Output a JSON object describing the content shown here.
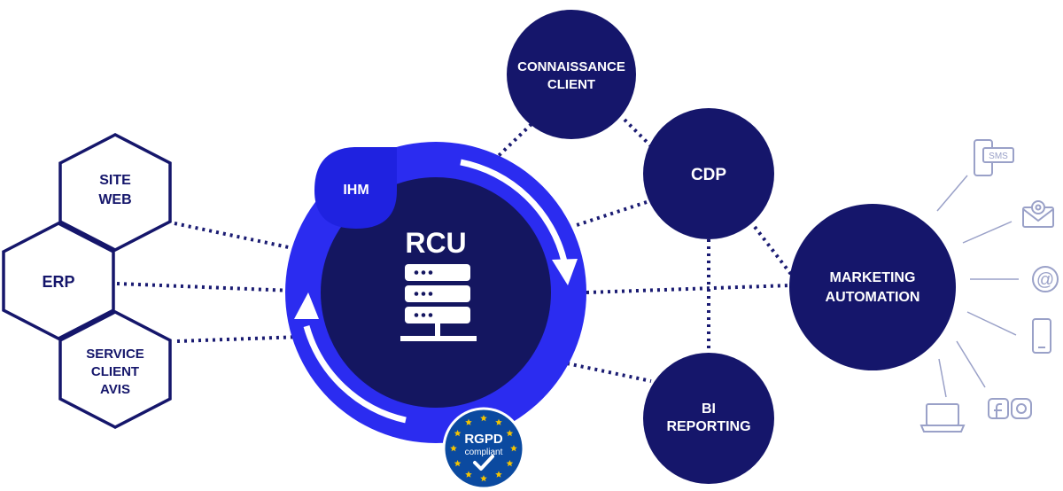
{
  "colors": {
    "navy": "#15166b",
    "core": "#141660",
    "blue_ring": "#2b2cf0",
    "ihm": "#1f22e0",
    "connector": "#1a1b72",
    "icon_lines": "#9aa1c8",
    "badge": "#0b4aa0",
    "star": "#f5c400"
  },
  "hexagons": [
    {
      "id": "site-web",
      "lines": [
        "SITE",
        "WEB"
      ]
    },
    {
      "id": "erp",
      "lines": [
        "ERP"
      ]
    },
    {
      "id": "service-client",
      "lines": [
        "SERVICE",
        "CLIENT",
        "AVIS"
      ]
    }
  ],
  "core": {
    "title": "RCU",
    "tab": "IHM",
    "icon": "server-icon",
    "badge": {
      "line1": "RGPD",
      "line2": "compliant"
    }
  },
  "nodes": [
    {
      "id": "connaissance-client",
      "lines": [
        "CONNAISSANCE",
        "CLIENT"
      ]
    },
    {
      "id": "cdp",
      "lines": [
        "CDP"
      ]
    },
    {
      "id": "bi-reporting",
      "lines": [
        "BI",
        "REPORTING"
      ]
    },
    {
      "id": "marketing-automation",
      "lines": [
        "MARKETING",
        "AUTOMATION"
      ]
    }
  ],
  "channel_icons": [
    {
      "name": "sms-phone-icon",
      "label": "SMS"
    },
    {
      "name": "email-envelope-icon"
    },
    {
      "name": "at-sign-icon",
      "label": "@"
    },
    {
      "name": "mobile-phone-icon"
    },
    {
      "name": "social-media-icon"
    },
    {
      "name": "laptop-icon"
    }
  ]
}
